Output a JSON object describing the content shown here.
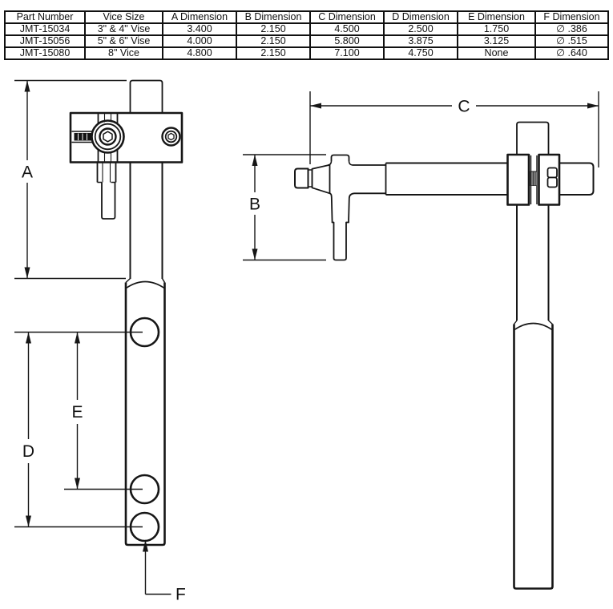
{
  "table": {
    "headers": [
      "Part Number",
      "Vice Size",
      "A Dimension",
      "B Dimension",
      "C Dimension",
      "D Dimension",
      "E Dimension",
      "F Dimension"
    ],
    "rows": [
      [
        "JMT-15034",
        "3\" & 4\" Vise",
        "3.400",
        "2.150",
        "4.500",
        "2.500",
        "1.750",
        "∅ .386"
      ],
      [
        "JMT-15056",
        "5\" & 6\" Vise",
        "4.000",
        "2.150",
        "5.800",
        "3.875",
        "3.125",
        "∅ .515"
      ],
      [
        "JMT-15080",
        "8\" Vice",
        "4.800",
        "2.150",
        "7.100",
        "4.750",
        "None",
        "∅ .640"
      ]
    ]
  },
  "dimensions": {
    "a": "A",
    "b": "B",
    "c": "C",
    "d": "D",
    "e": "E",
    "f": "F"
  },
  "colors": {
    "line": "#161616",
    "background": "#ffffff"
  }
}
